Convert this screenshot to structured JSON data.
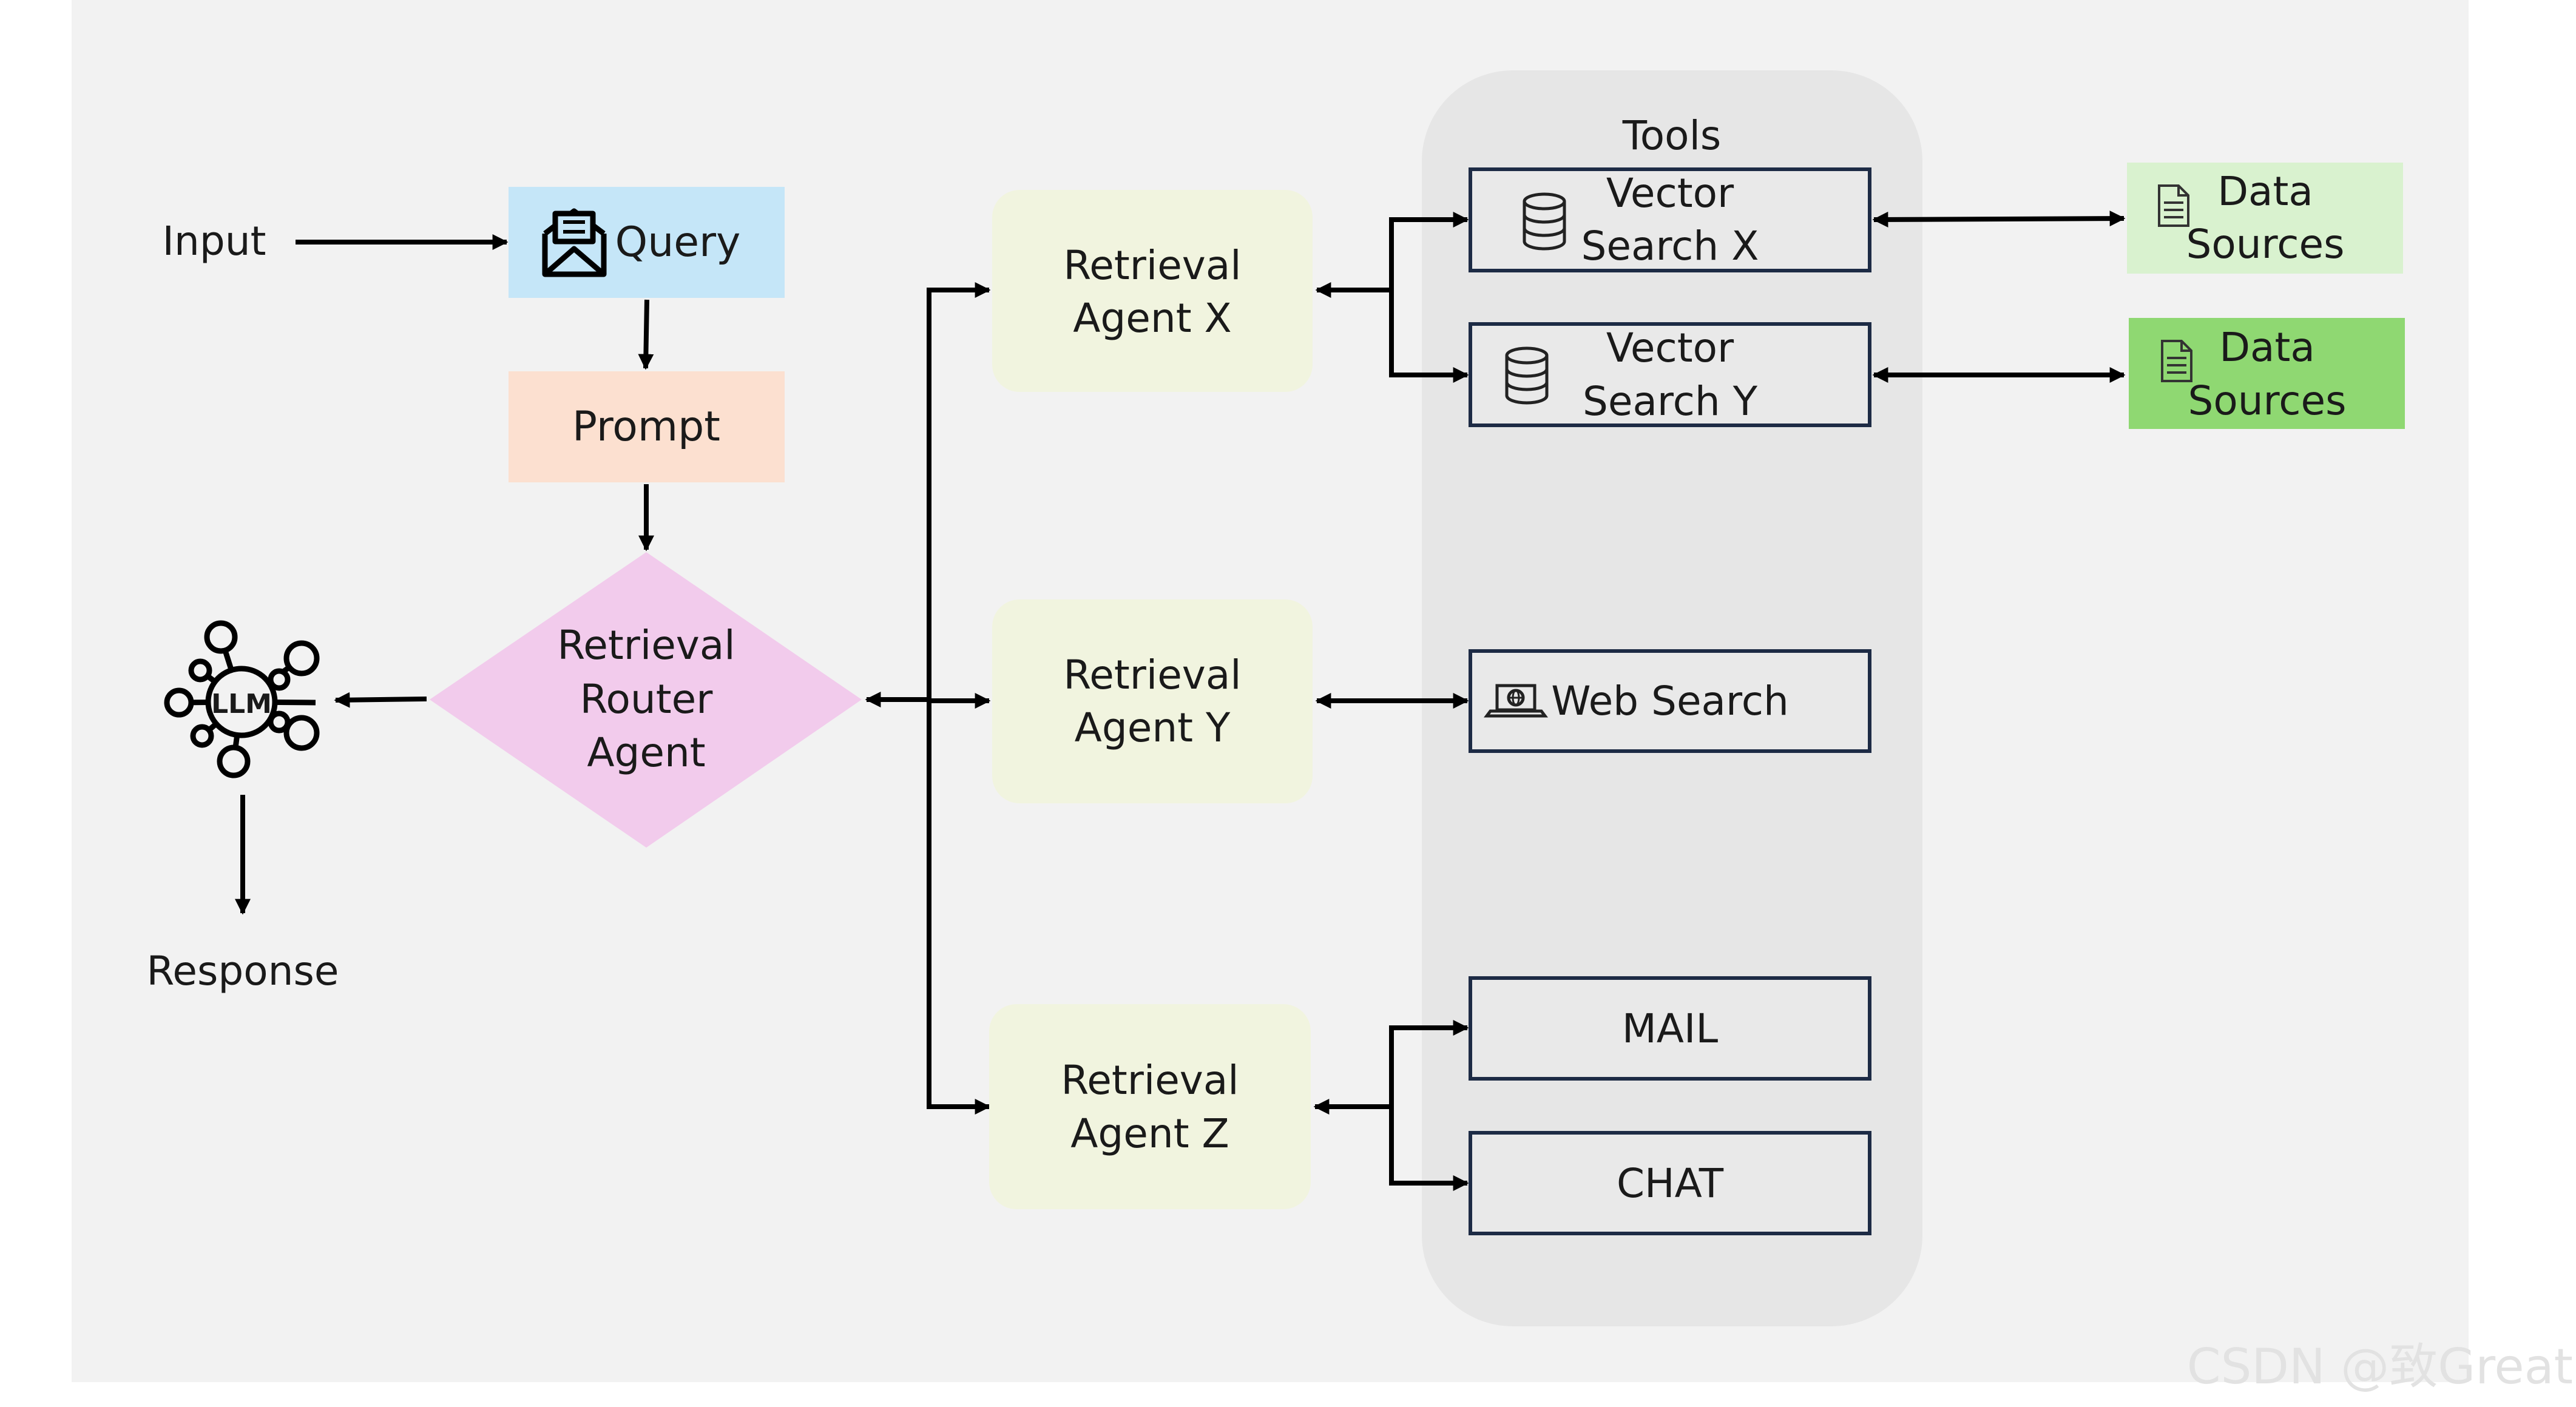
{
  "input_label": "Input",
  "query_label": "Query",
  "prompt_label": "Prompt",
  "router": {
    "line1": "Retrieval",
    "line2": "Router",
    "line3": "Agent"
  },
  "llm_label": "LLM",
  "response_label": "Response",
  "agents": {
    "x": {
      "line1": "Retrieval",
      "line2": "Agent X"
    },
    "y": {
      "line1": "Retrieval",
      "line2": "Agent Y"
    },
    "z": {
      "line1": "Retrieval",
      "line2": "Agent Z"
    }
  },
  "tools": {
    "title": "Tools",
    "vector_x": {
      "line1": "Vector",
      "line2": "Search X"
    },
    "vector_y": {
      "line1": "Vector",
      "line2": "Search Y"
    },
    "web_search": "Web Search",
    "mail": "MAIL",
    "chat": "CHAT"
  },
  "data_sources": {
    "a": {
      "line1": "Data",
      "line2": "Sources"
    },
    "b": {
      "line1": "Data",
      "line2": "Sources"
    }
  },
  "watermark": "CSDN @致Great",
  "colors": {
    "panel": "#f2f2f2",
    "tools_panel": "#e6e6e6",
    "query": "#c5e6f8",
    "prompt": "#fce0d0",
    "router": "#f2cbec",
    "agent": "#f1f4df",
    "data_light": "#d9f2cf",
    "data_dark": "#8fd872",
    "tool_border": "#1d2b45"
  }
}
